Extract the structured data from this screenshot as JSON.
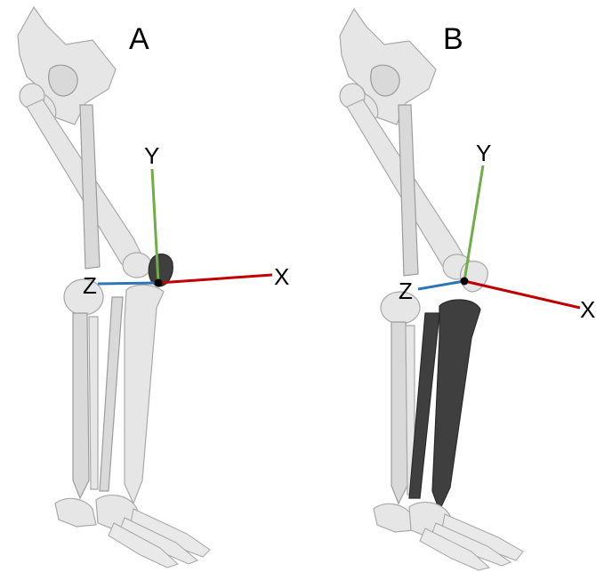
{
  "panels": [
    {
      "label": "A",
      "axes": {
        "x": {
          "label": "X",
          "color": "#c00000"
        },
        "y": {
          "label": "Y",
          "color": "#70ad47"
        },
        "z": {
          "label": "Z",
          "color": "#2e75b6"
        }
      },
      "highlighted_bone": "patella"
    },
    {
      "label": "B",
      "axes": {
        "x": {
          "label": "X",
          "color": "#c00000"
        },
        "y": {
          "label": "Y",
          "color": "#70ad47"
        },
        "z": {
          "label": "Z",
          "color": "#2e75b6"
        }
      },
      "highlighted_bone": "tibia"
    }
  ],
  "colors": {
    "bone": "#e6e6e6",
    "highlight": "#3f3f3f",
    "origin": "#000000"
  }
}
